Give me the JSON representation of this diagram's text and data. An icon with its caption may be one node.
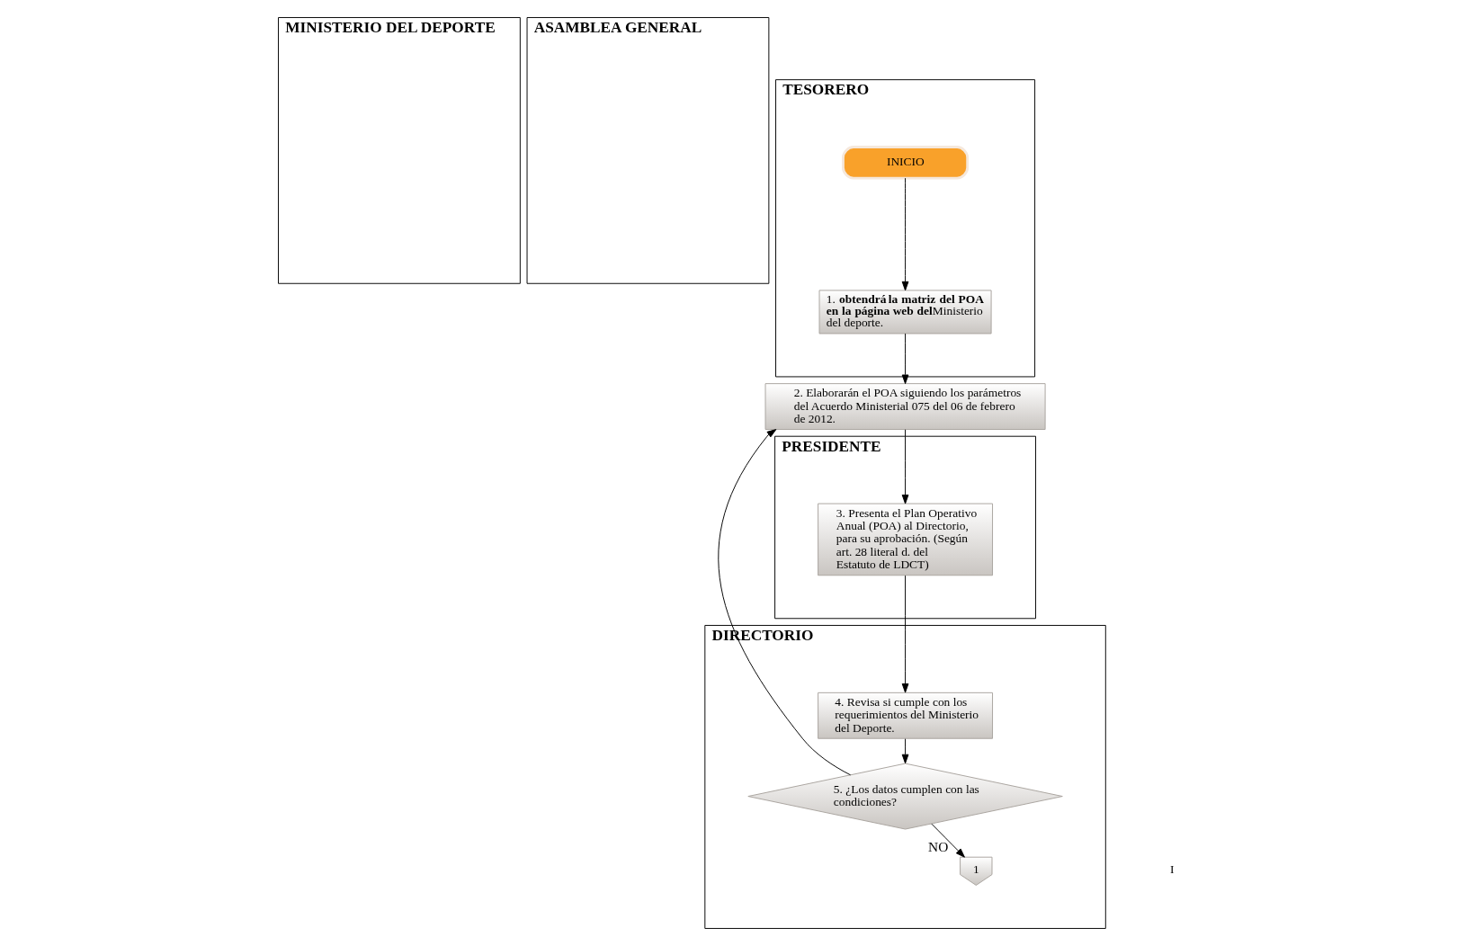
{
  "diagram": {
    "nodes": [
      {
        "text": [
          "MINISTERIO DEL DEPORTE"
        ]
      },
      {
        "text": [
          "ASAMBLEA GENERAL"
        ]
      },
      {
        "text": [
          "DIRECTORIO"
        ]
      },
      {
        "text": [
          "PRESIDENTE"
        ]
      },
      {
        "text": [
          "TESORERO"
        ]
      },
      {
        "text": [
          "INICIO"
        ],
        "in": 4
      },
      {
        "text": [
          "1. **obtendrá la matriz del POA en la página web del**Ministerio del deporte."
        ],
        "in": 4
      },
      {
        "text": [
          "2. Elaborarán el POA siguiendo los parámetros del Acuerdo Ministerial 075 del 06 de febrero de 2012."
        ]
      },
      {
        "text": [
          "3. Presenta el Plan Operativo Anual (POA) al Directorio, para su aprobación. (Según art. 28 literal d. del Estatuto de LDCT)"
        ],
        "in": 3
      },
      {
        "text": [
          "4. Revisa si cumple con los requerimientos del Ministerio del Deporte."
        ],
        "in": 2
      },
      {
        "text": [
          "5. ¿Los datos cumplen con las condiciones?"
        ],
        "in": 2
      },
      {
        "text": [
          "1"
        ],
        "in": 2
      }
    ],
    "edges": [
      {
        "from": 5,
        "to": 6,
        "arrow": "to"
      },
      {
        "from": 6,
        "to": 7,
        "arrow": "to"
      },
      {
        "from": 7,
        "to": 8,
        "arrow": "to"
      },
      {
        "from": 8,
        "to": 9,
        "arrow": "to"
      },
      {
        "from": 9,
        "to": 10,
        "arrow": "to"
      },
      {
        "from": 10,
        "to": 11,
        "arrow": "to",
        "label": "NO"
      },
      {
        "from": 10,
        "to": 7,
        "arrow": "to"
      }
    ],
    "labels": [
      "I"
    ]
  }
}
